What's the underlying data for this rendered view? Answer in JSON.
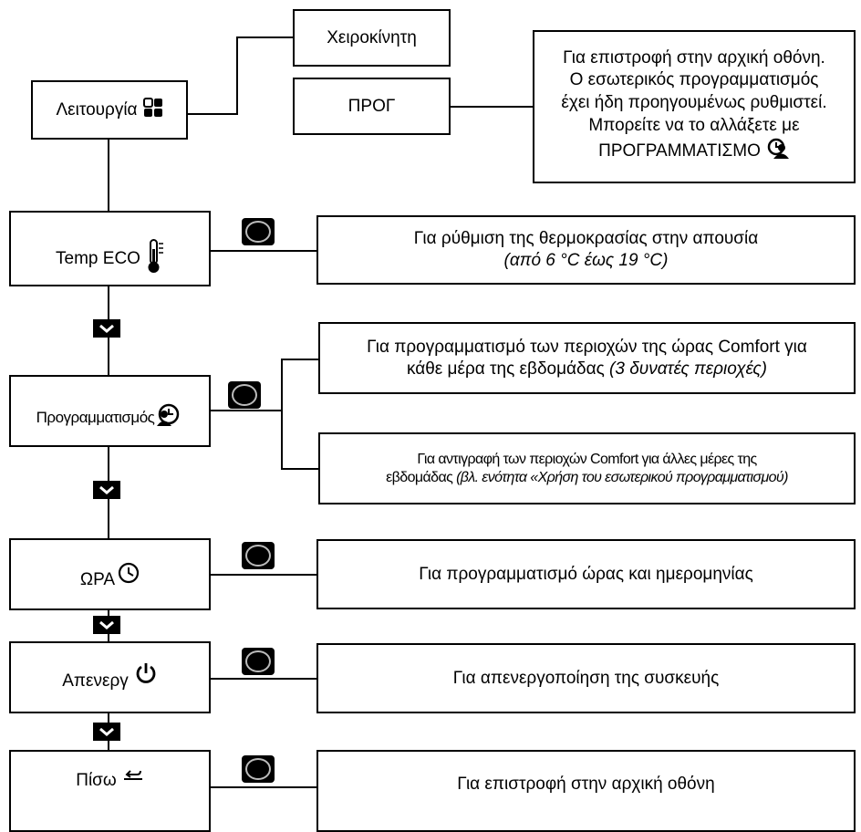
{
  "mode": {
    "label": "Λειτουργία",
    "icon": "grid-menu-icon",
    "options": {
      "manual": "Χειροκίνητη",
      "prog": "ΠΡΟΓ"
    },
    "prog_note": {
      "line1": "Για επιστροφή στην αρχική οθόνη.",
      "line2": "Ο εσωτερικός προγραμματισμός",
      "line3": "έχει ήδη προηγουμένως ρυθμιστεί.",
      "line4": "Μπορείτε να το αλλάξετε με",
      "line5": "ΠΡΟΓΡΑΜΜΑΤΙΣΜΟ"
    }
  },
  "temp_eco": {
    "label": "Temp ECO",
    "icon": "thermometer-icon",
    "info_line1": "Για ρύθμιση της θερμοκρασίας στην απουσία",
    "info_line2": "(από 6 °C έως 19 °C)"
  },
  "programming": {
    "label": "Προγραμματισμός",
    "icon": "program-clock-icon",
    "info1_line1": "Για προγραμματισμό των περιοχών της ώρας Comfort για",
    "info1_line2a": "κάθε μέρα της εβδομάδας ",
    "info1_line2b": "(3 δυνατές περιοχές)",
    "info2_line1": "Για αντιγραφή των περιοχών Comfort για άλλες μέρες της",
    "info2_line2a": "εβδομάδας ",
    "info2_line2b": "(βλ. ενότητα «Χρήση του εσωτερικού προγραμματισμού)"
  },
  "time": {
    "label": "ΩΡΑ",
    "icon": "clock-icon",
    "info": "Για προγραμματισμό ώρας και ημερομηνίας"
  },
  "off": {
    "label": "Απενεργ",
    "icon": "power-icon",
    "info": "Για απενεργοποίηση της συσκευής"
  },
  "back": {
    "label": "Πίσω",
    "icon": "back-arrow-icon",
    "info": "Για επιστροφή στην αρχική οθόνη"
  },
  "colors": {
    "line": "#000000",
    "background": "#ffffff"
  }
}
